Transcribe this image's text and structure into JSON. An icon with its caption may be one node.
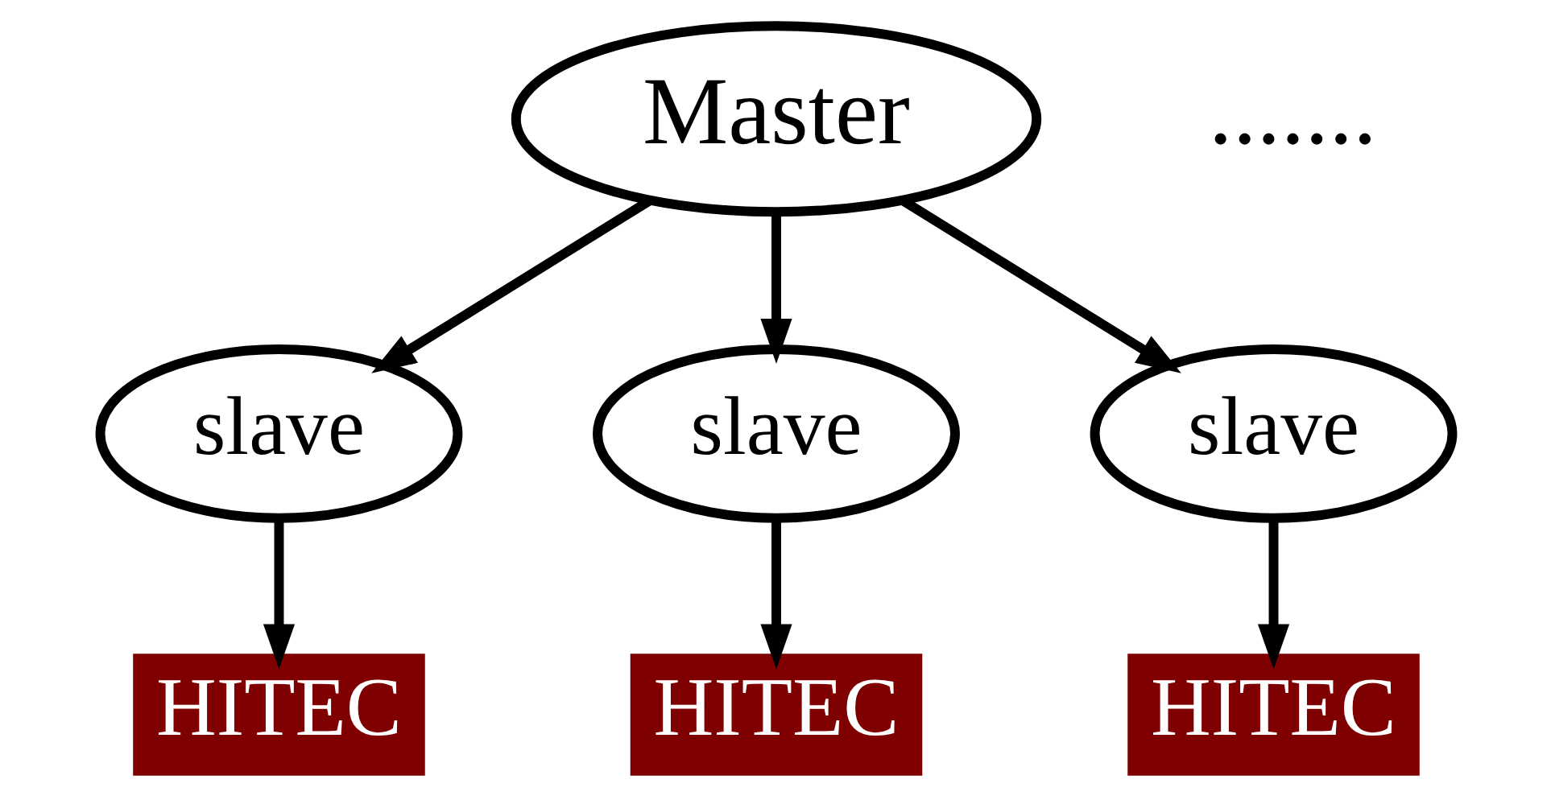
{
  "diagram": {
    "nodes": [
      {
        "text": [
          "Master"
        ]
      },
      {
        "text": [
          "slave"
        ]
      },
      {
        "text": [
          "slave"
        ]
      },
      {
        "text": [
          "slave"
        ]
      },
      {
        "text": [
          "HITEC"
        ]
      },
      {
        "text": [
          "HITEC"
        ]
      },
      {
        "text": [
          "HITEC"
        ]
      }
    ],
    "edges": [
      {
        "from": 0,
        "to": 1,
        "arrow": "to"
      },
      {
        "from": 0,
        "to": 2,
        "arrow": "to"
      },
      {
        "from": 0,
        "to": 3,
        "arrow": "to"
      },
      {
        "from": 1,
        "to": 4,
        "arrow": "to"
      },
      {
        "from": 2,
        "to": 5,
        "arrow": "to"
      },
      {
        "from": 3,
        "to": 6,
        "arrow": "to"
      }
    ],
    "labels": [
      "......."
    ]
  }
}
